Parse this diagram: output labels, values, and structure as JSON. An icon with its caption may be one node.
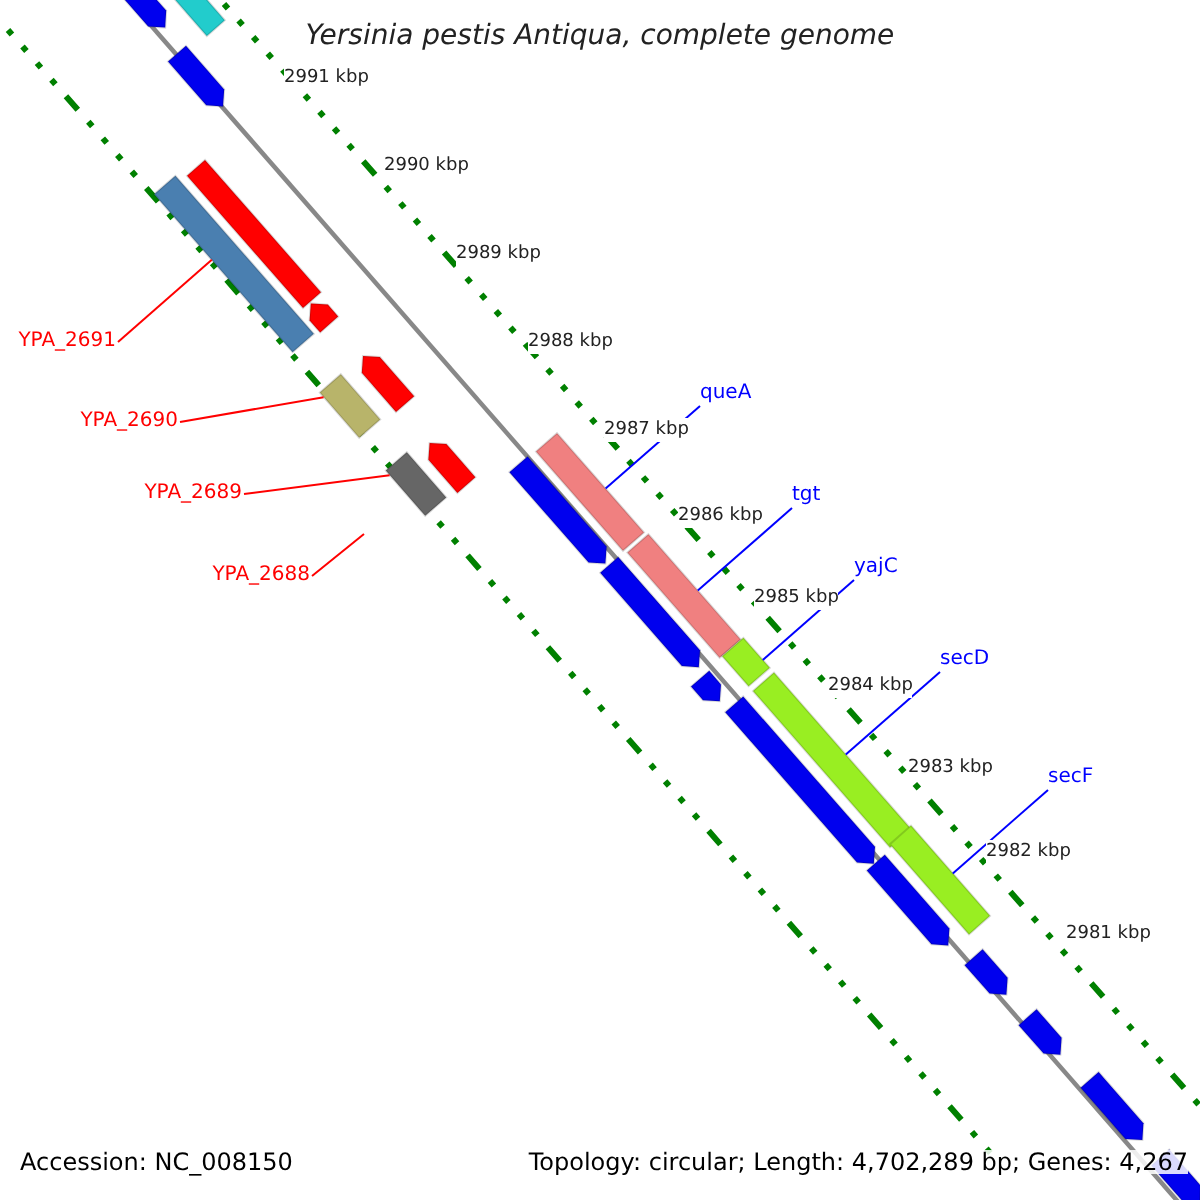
{
  "diagram": {
    "title": "Yersinia pestis Antiqua, complete genome",
    "nodes": [
      {
        "text": [
          "YPA_2691"
        ]
      },
      {
        "text": [
          "YPA_2690"
        ]
      },
      {
        "text": [
          "YPA_2689"
        ]
      },
      {
        "text": [
          "YPA_2688"
        ]
      },
      {
        "text": [
          "queA"
        ]
      },
      {
        "text": [
          "tgt"
        ]
      },
      {
        "text": [
          "yajC"
        ]
      },
      {
        "text": [
          "secD"
        ]
      },
      {
        "text": [
          "secF"
        ]
      },
      {
        "text": [],
        "shape": "pentagon"
      },
      {
        "text": [],
        "shape": "bar"
      },
      {
        "text": [],
        "shape": "pentagon"
      },
      {
        "text": [],
        "shape": "bar"
      },
      {
        "text": [],
        "shape": "bar"
      },
      {
        "text": [],
        "shape": "pentagon"
      },
      {
        "text": [],
        "shape": "pentagon"
      },
      {
        "text": [],
        "shape": "bar"
      },
      {
        "text": [],
        "shape": "pentagon"
      },
      {
        "text": [],
        "shape": "bar"
      },
      {
        "text": [],
        "shape": "bar"
      },
      {
        "text": [],
        "shape": "pentagon"
      },
      {
        "text": [],
        "shape": "bar"
      },
      {
        "text": [],
        "shape": "pentagon"
      },
      {
        "text": [],
        "shape": "bar"
      },
      {
        "text": [],
        "shape": "pentagon"
      },
      {
        "text": [],
        "shape": "bar"
      },
      {
        "text": [],
        "shape": "pentagon"
      },
      {
        "text": [],
        "shape": "bar"
      },
      {
        "text": [],
        "shape": "pentagon"
      },
      {
        "text": [],
        "shape": "pentagon"
      },
      {
        "text": [],
        "shape": "pentagon"
      },
      {
        "text": [],
        "shape": "pentagon"
      },
      {
        "text": [],
        "shape": "pentagon"
      }
    ],
    "edges": [
      {
        "from": 0,
        "to": 13,
        "arrow": "none",
        "color": "#ff0000"
      },
      {
        "from": 1,
        "to": 16,
        "arrow": "none",
        "color": "#ff0000"
      },
      {
        "from": 2,
        "to": 18,
        "arrow": "none",
        "color": "#ff0000"
      },
      {
        "from": 3,
        "to": null,
        "arrow": "none",
        "color": "#ff0000"
      },
      {
        "from": 4,
        "to": 19,
        "arrow": "none"
      },
      {
        "from": 5,
        "to": 21,
        "arrow": "none"
      },
      {
        "from": 6,
        "to": 23,
        "arrow": "none"
      },
      {
        "from": 7,
        "to": 25,
        "arrow": "none"
      },
      {
        "from": 8,
        "to": 27,
        "arrow": "none"
      }
    ],
    "labels": [
      "2991 kbp",
      "2990 kbp",
      "2989 kbp",
      "2988 kbp",
      "2987 kbp",
      "2986 kbp",
      "2985 kbp",
      "2984 kbp",
      "2983 kbp",
      "2982 kbp",
      "2981 kbp",
      "Accession: NC_008150",
      "Topology: circular; Length: 4,702,289 bp; Genes: 4,267"
    ]
  }
}
